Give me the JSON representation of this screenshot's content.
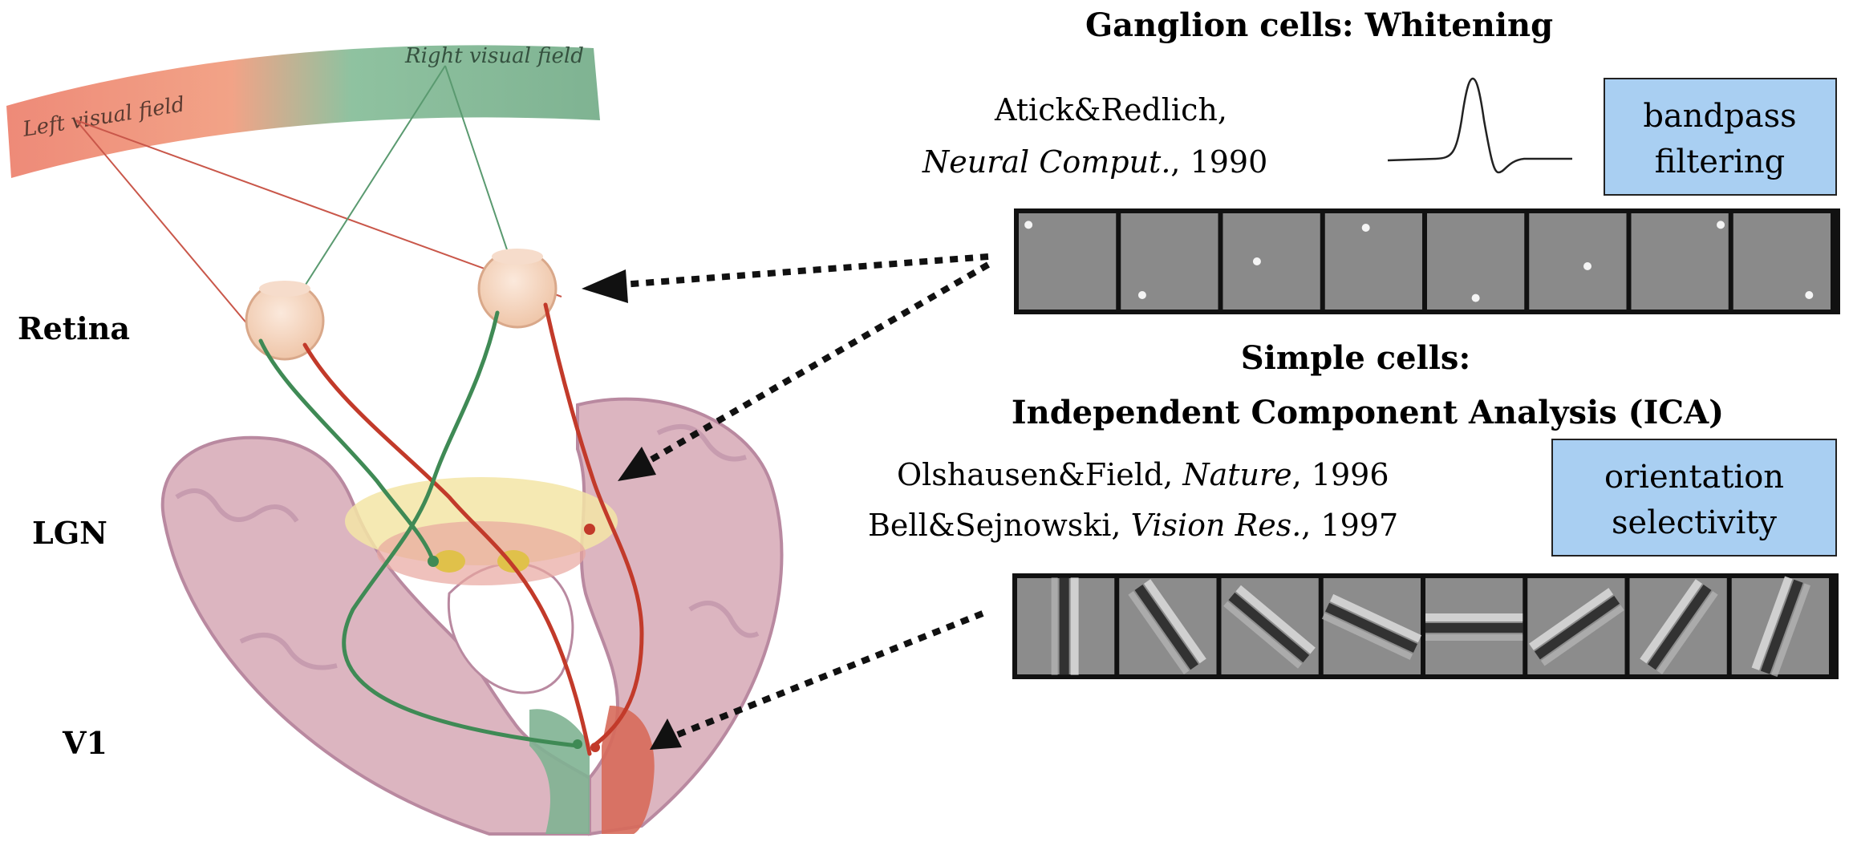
{
  "brain_illustration": {
    "left_field_label": "Left visual field",
    "right_field_label": "Right visual field"
  },
  "stage_labels": {
    "retina": "Retina",
    "lgn": "LGN",
    "v1": "V1"
  },
  "ganglion": {
    "title": "Ganglion cells: Whitening",
    "citation_line1": "Atick&Redlich,",
    "citation_journal": "Neural Comput.",
    "citation_year": ", 1990",
    "box_line1": "bandpass",
    "box_line2": "filtering",
    "filter_count": 8
  },
  "simple": {
    "title_line1": "Simple cells:",
    "title_line2": "Independent Component Analysis (ICA)",
    "citation1_authors": "Olshausen&Field, ",
    "citation1_journal": "Nature",
    "citation1_year": ", 1996",
    "citation2_authors": "Bell&Sejnowski, ",
    "citation2_journal": "Vision Res.",
    "citation2_year": ", 1997",
    "box_line1": "orientation",
    "box_line2": "selectivity",
    "filter_count": 8
  },
  "colors": {
    "left_field": "#ee8a78",
    "right_field": "#7fb392",
    "box_fill": "#a9cff2",
    "brain_fill": "#dcb5c0",
    "brain_edge": "#b989a0",
    "pathway_red": "#c23a2a",
    "pathway_green": "#3f8a55"
  }
}
